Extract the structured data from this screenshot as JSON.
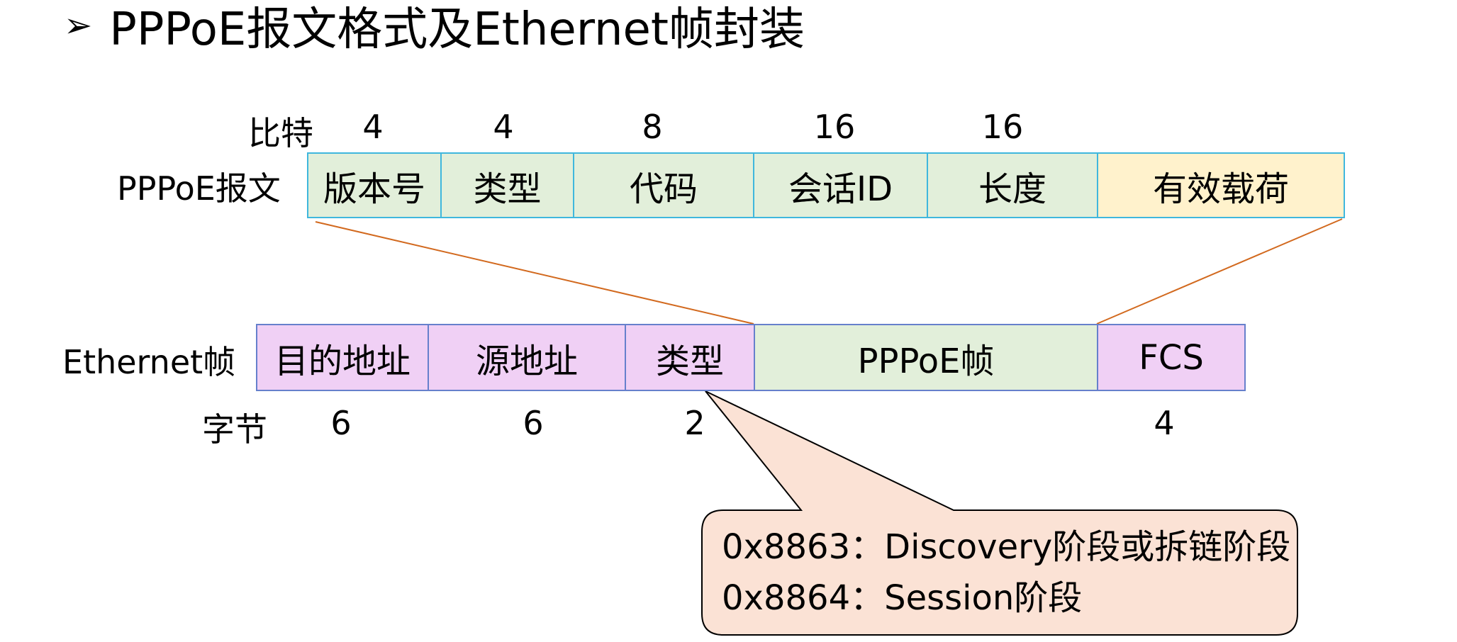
{
  "title": {
    "bullet": "➢",
    "text": "PPPoE报文格式及Ethernet帧封装"
  },
  "pppoe": {
    "bits_label": "比特",
    "row_label": "PPPoE报文",
    "fields": [
      {
        "name": "版本号",
        "bits": "4"
      },
      {
        "name": "类型",
        "bits": "4"
      },
      {
        "name": "代码",
        "bits": "8"
      },
      {
        "name": "会话ID",
        "bits": "16"
      },
      {
        "name": "长度",
        "bits": "16"
      },
      {
        "name": "有效载荷",
        "bits": ""
      }
    ]
  },
  "ethernet": {
    "row_label": "Ethernet帧",
    "bytes_label": "字节",
    "fields": [
      {
        "name": "目的地址",
        "bytes": "6"
      },
      {
        "name": "源地址",
        "bytes": "6"
      },
      {
        "name": "类型",
        "bytes": "2"
      },
      {
        "name": "PPPoE帧",
        "bytes": ""
      },
      {
        "name": "FCS",
        "bytes": "4"
      }
    ]
  },
  "callout": {
    "line1": "0x8863：Discovery阶段或拆链阶段",
    "line2": "0x8864：Session阶段"
  },
  "colors": {
    "pppoe_header_fill": "#e2efda",
    "pppoe_payload_fill": "#fff2cc",
    "pppoe_border": "#3fb7dd",
    "ethernet_fill": "#f0d0f5",
    "ethernet_pppoe_fill": "#e2efda",
    "ethernet_border": "#6680cc",
    "connector_line": "#d2691e",
    "callout_fill": "#fbe2d5"
  }
}
